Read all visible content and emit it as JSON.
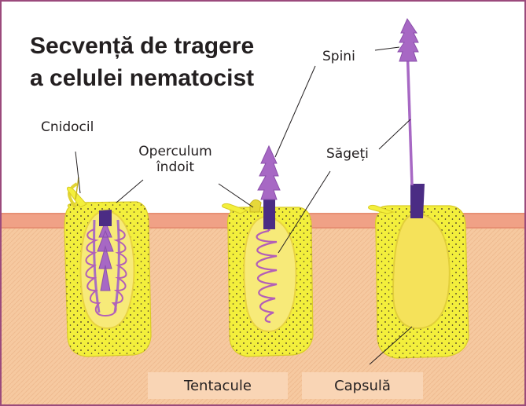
{
  "title": {
    "line1": "Secvență de tragere",
    "line2": "a celulei nematocist"
  },
  "labels": {
    "cnidocil": "Cnidocil",
    "operculum_line1": "Operculum",
    "operculum_line2": "îndoit",
    "spini": "Spini",
    "sageti": "Săgeți"
  },
  "boxes": {
    "tentacule": "Tentacule",
    "capsula": "Capsulă"
  },
  "colors": {
    "skin": "#f6c9a0",
    "epidermis_band": "#f0a186",
    "cell_fill": "#f3ef3c",
    "capsule_fill": "#f5e25a",
    "thread": "#b35fb7",
    "operculum": "#4b2c84",
    "label_box": "#f9d5b5",
    "frame": "#9b4a7c"
  }
}
